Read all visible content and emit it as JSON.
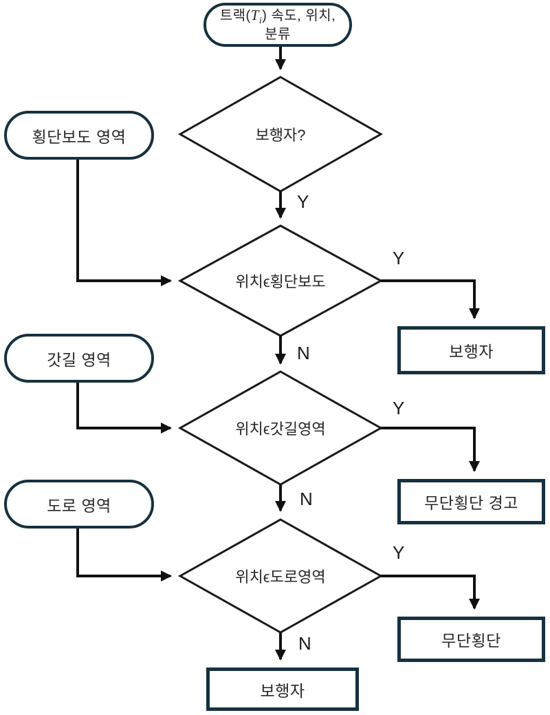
{
  "flowchart": {
    "start": {
      "line1_prefix": "트랙(",
      "var": "T",
      "var_sub": "i",
      "line1_suffix": ") 속도, 위치,",
      "line2": "분류"
    },
    "inputs": [
      {
        "label": "횡단보도 영역"
      },
      {
        "label": "갓길 영역"
      },
      {
        "label": "도로 영역"
      }
    ],
    "decisions": [
      {
        "label": "보행자?"
      },
      {
        "label": "위치ϵ횡단보도"
      },
      {
        "label": "위치ϵ갓길영역"
      },
      {
        "label": "위치ϵ도로영역"
      }
    ],
    "results": [
      {
        "label": "보행자"
      },
      {
        "label": "무단횡단 경고"
      },
      {
        "label": "무단횡단"
      },
      {
        "label": "보행자"
      }
    ],
    "edge_labels": {
      "yes": "Y",
      "no": "N"
    },
    "colors": {
      "node_border": "#16313f",
      "line": "#111111",
      "text": "#262626",
      "background": "#ffffff"
    }
  }
}
